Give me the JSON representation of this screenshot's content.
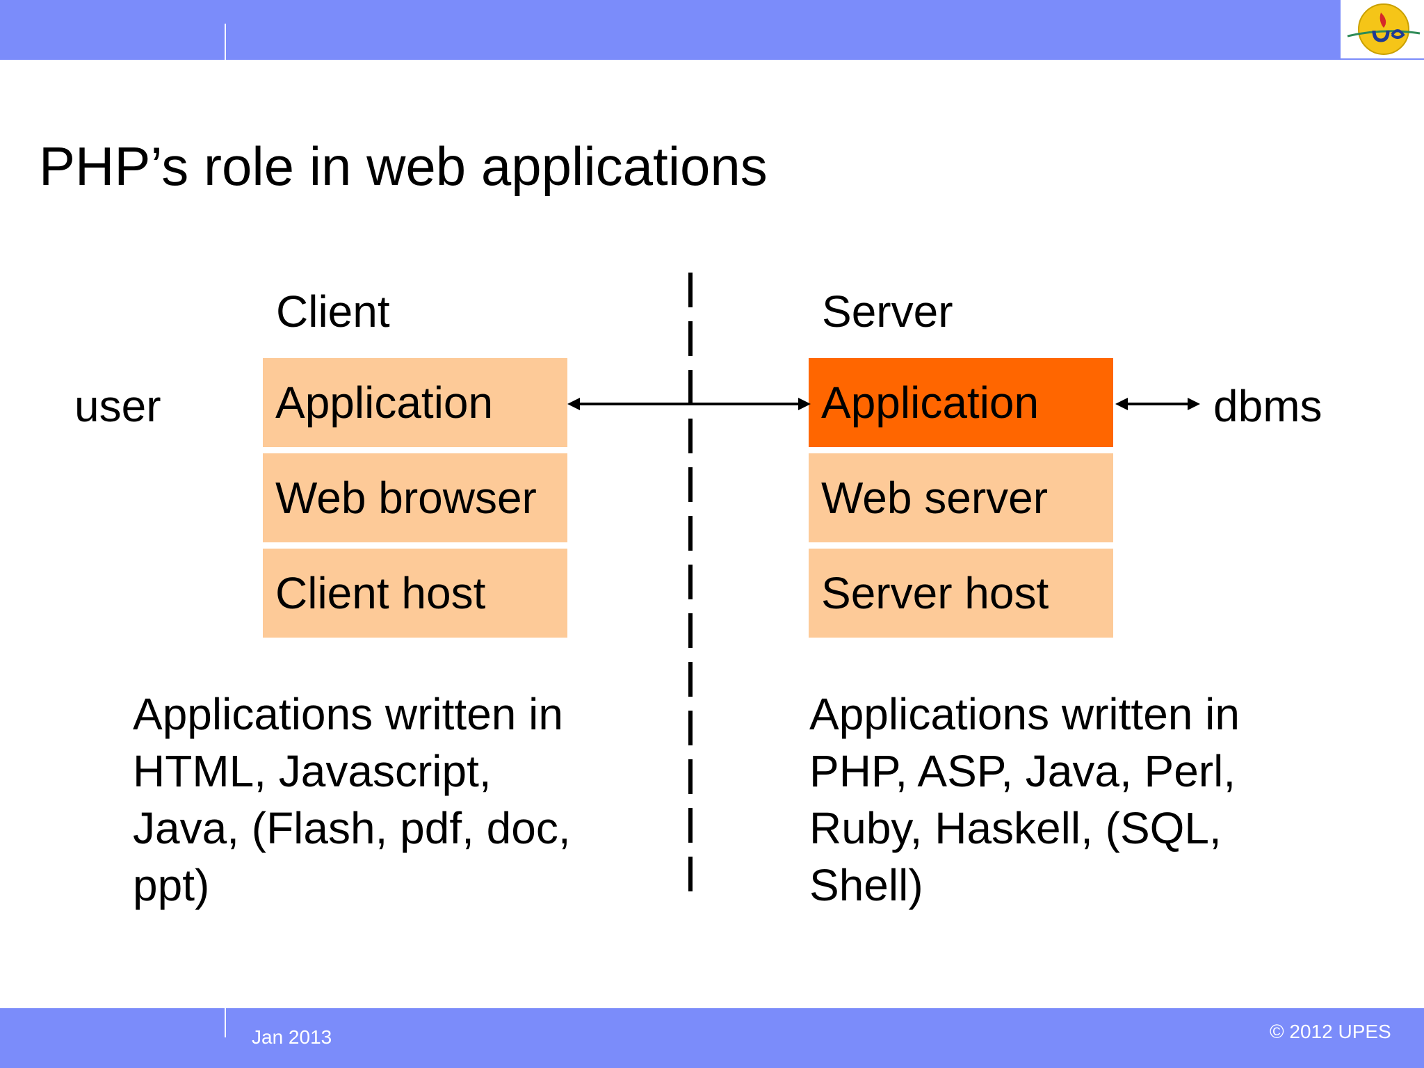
{
  "title": "PHP’s role in web applications",
  "footer": {
    "date": "Jan 2013",
    "copyright": "© 2012 UPES"
  },
  "logo": {
    "name": "upes-logo",
    "colors": [
      "#f5c518",
      "#2e8b57",
      "#d62828"
    ]
  },
  "diagram": {
    "client": {
      "heading": "Client",
      "actor": "user",
      "layers": [
        "Application",
        "Web browser",
        "Client host"
      ],
      "description_lines": [
        "Applications written in",
        "HTML, Javascript,",
        "Java, (Flash, pdf, doc,",
        "ppt)"
      ]
    },
    "server": {
      "heading": "Server",
      "actor": "dbms",
      "layers": [
        "Application",
        "Web server",
        "Server host"
      ],
      "description_lines": [
        "Applications written in",
        "PHP, ASP, Java, Perl,",
        "Ruby, Haskell, (SQL,",
        "Shell)"
      ]
    }
  },
  "colors": {
    "band": "#7b8cfa",
    "layer_fill": "#fdca98",
    "layer_highlight": "#ff6600"
  }
}
